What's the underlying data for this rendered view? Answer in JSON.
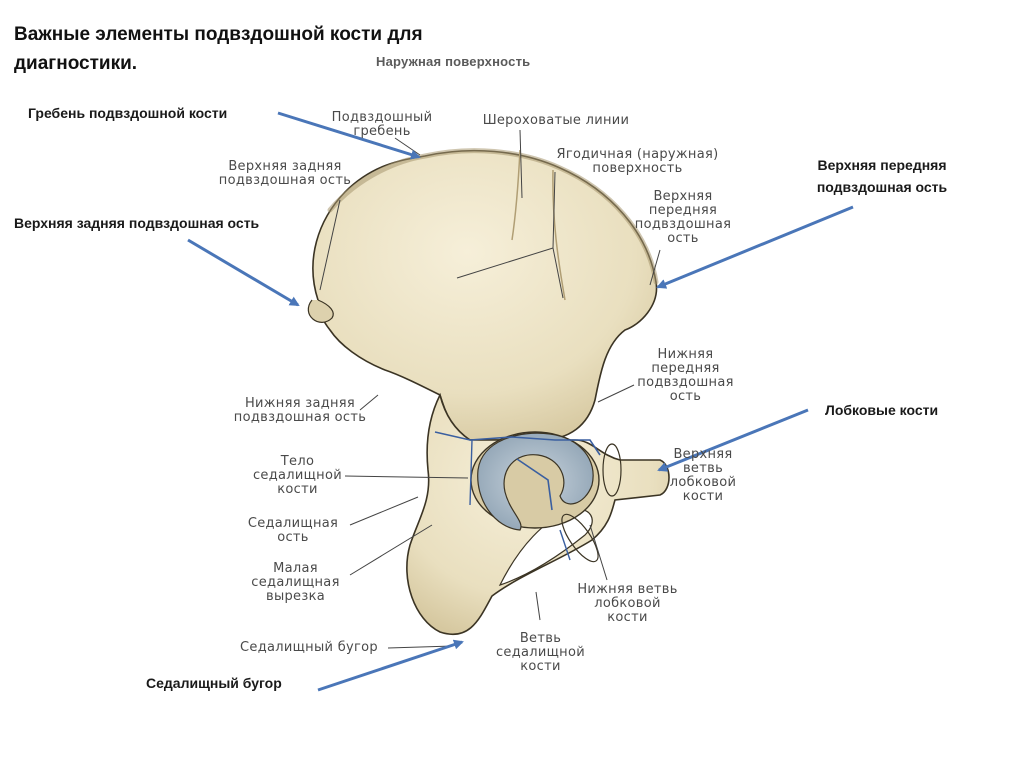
{
  "slide": {
    "title": "Важные элементы подвздошной кости для диагностики."
  },
  "figure": {
    "title": "Наружная поверхность",
    "labels": {
      "iliac_crest": "Подвздошный\nгребень",
      "rough_lines": "Шероховатые линии",
      "gluteal_surface": "Ягодичная (наружная)\nповерхность",
      "sup_post_spine": "Верхняя задняя\nподвздошная ость",
      "sup_ant_spine": "Верхняя\nпередняя\nподвздошная\nость",
      "inf_ant_spine": "Нижняя\nпередняя\nподвздошная\nость",
      "inf_post_spine": "Нижняя задняя\nподвздошная ость",
      "ischium_body": "Тело\nседалищной\nкости",
      "sup_pubic_ramus": "Верхняя\nветвь\nлобковой\nкости",
      "ischial_spine": "Седалищная\nость",
      "lesser_notch": "Малая\nседалищная\nвырезка",
      "inf_pubic_ramus": "Нижняя ветвь\nлобковой\nкости",
      "ischial_tuberosity": "Седалищный бугор",
      "ischial_ramus": "Ветвь\nседалищной\nкости"
    }
  },
  "callouts": {
    "iliac_crest": "Гребень подвздошной кости",
    "sup_post_spine": "Верхняя задняя подвздошная ость",
    "sup_ant_spine": "Верхняя передняя\nподвздошная ость",
    "pubic": "Лобковые кости",
    "tuberosity": "Седалищный бугор"
  },
  "colors": {
    "bone": "#efe6cc",
    "bone_shade": "#d9cca6",
    "outline": "#3b3424",
    "acetabulum": "#b9c7d2",
    "acetabulum_dark": "#8ea2b3",
    "zone_lines": "#3a5fa0",
    "arrows": "#4a76b8",
    "leader_lines": "#444444"
  }
}
